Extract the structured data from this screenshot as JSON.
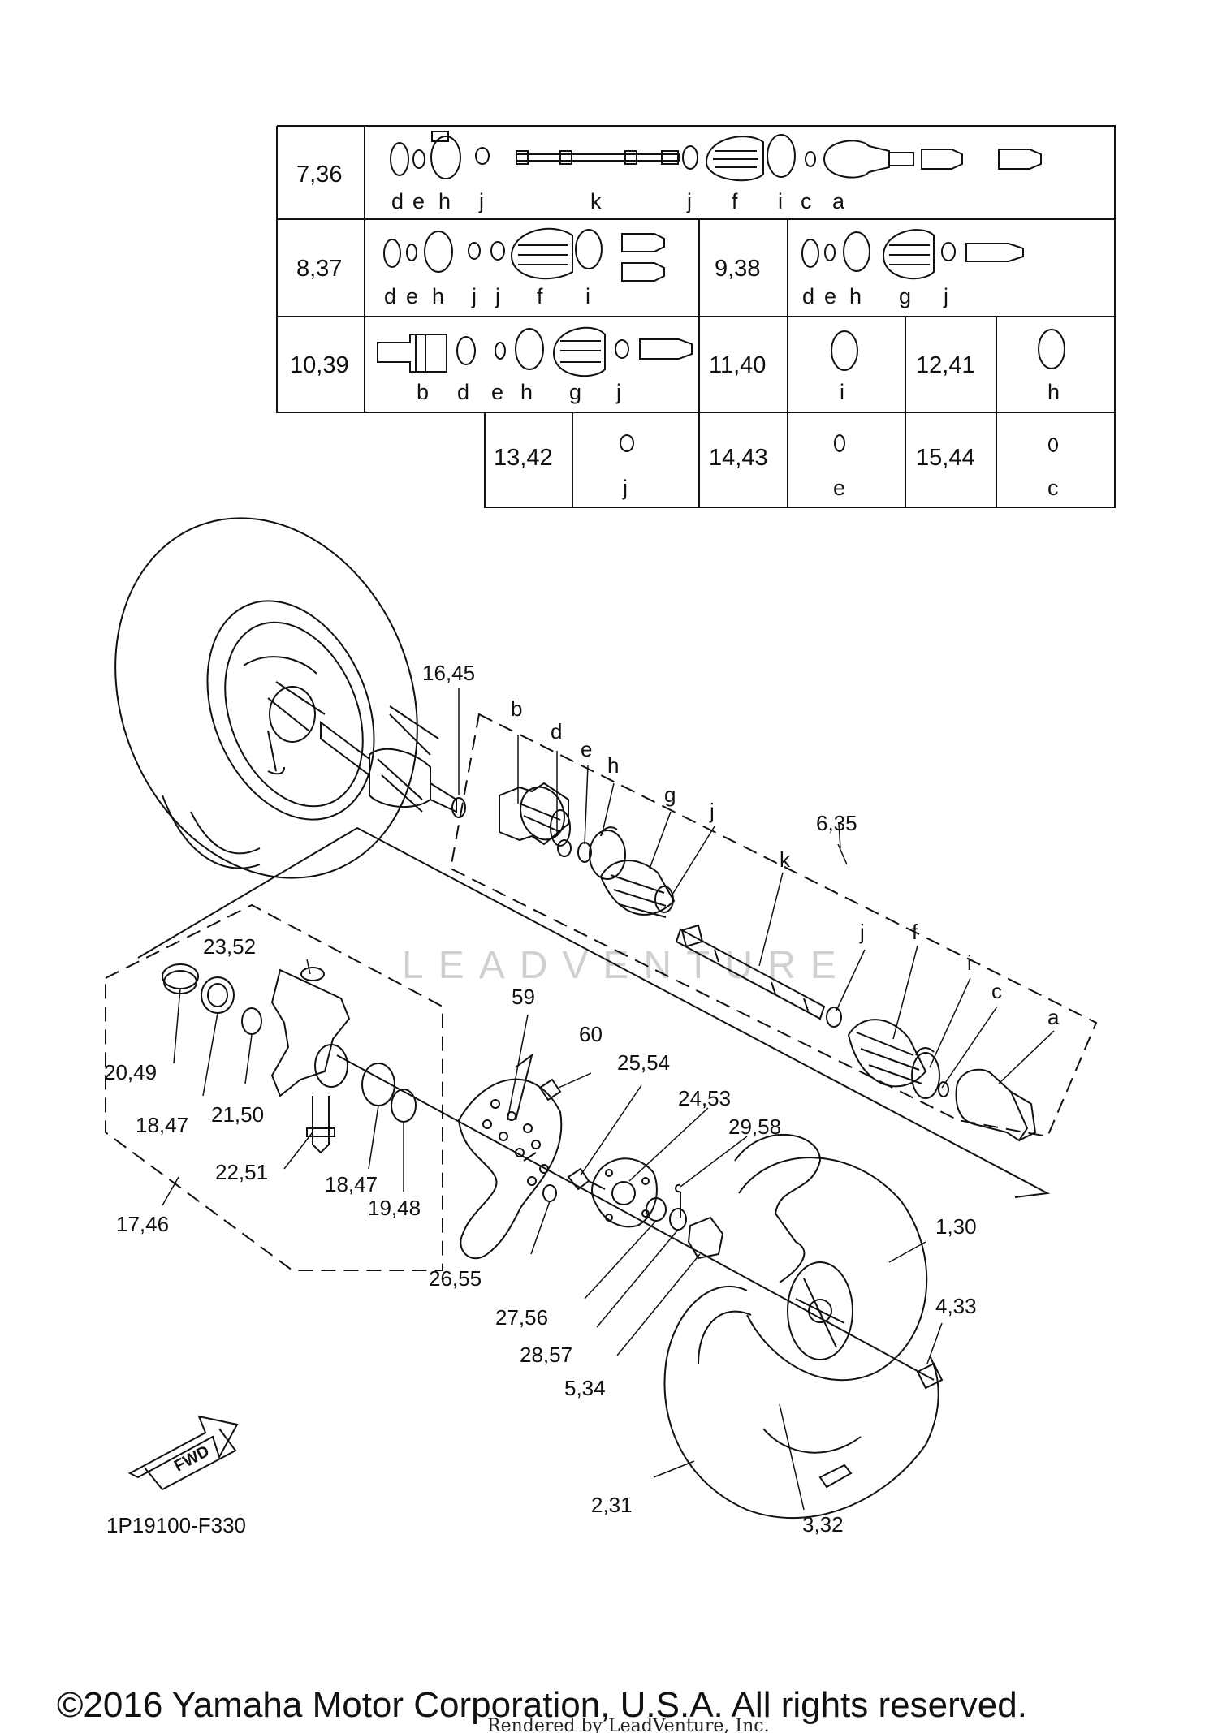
{
  "key_table": {
    "rows": [
      {
        "cell": "7,36",
        "letters": [
          "d",
          "e",
          "h",
          "j",
          "k",
          "j",
          "f",
          "i",
          "c",
          "a"
        ]
      },
      {
        "cell": "8,37",
        "letters": [
          "d",
          "e",
          "h",
          "j",
          "j",
          "f",
          "i"
        ]
      },
      {
        "cell": "9,38",
        "letters": [
          "d",
          "e",
          "h",
          "g",
          "j"
        ]
      },
      {
        "cell": "10,39",
        "letters": [
          "b",
          "d",
          "e",
          "h",
          "g",
          "j"
        ]
      },
      {
        "cell": "11,40",
        "letters": [
          "i"
        ]
      },
      {
        "cell": "12,41",
        "letters": [
          "h"
        ]
      },
      {
        "cell": "13,42",
        "letters": [
          "j"
        ]
      },
      {
        "cell": "14,43",
        "letters": [
          "e"
        ]
      },
      {
        "cell": "15,44",
        "letters": [
          "c"
        ]
      }
    ]
  },
  "callouts": {
    "p16_45": "16,45",
    "p6_35": "6,35",
    "b": "b",
    "d": "d",
    "e": "e",
    "h": "h",
    "g": "g",
    "j1": "j",
    "k": "k",
    "j2": "j",
    "f": "f",
    "i": "i",
    "c": "c",
    "a": "a",
    "p23_52": "23,52",
    "p20_49": "20,49",
    "p18_47a": "18,47",
    "p21_50": "21,50",
    "p22_51": "22,51",
    "p18_47b": "18,47",
    "p19_48": "19,48",
    "p17_46": "17,46",
    "p59": "59",
    "p60": "60",
    "p25_54": "25,54",
    "p24_53": "24,53",
    "p29_58": "29,58",
    "p26_55": "26,55",
    "p27_56": "27,56",
    "p28_57": "28,57",
    "p5_34": "5,34",
    "p1_30": "1,30",
    "p4_33": "4,33",
    "p2_31": "2,31",
    "p3_32": "3,32"
  },
  "fwd_label": "FWD",
  "diagram_code": "1P19100-F330",
  "watermark": "LEADVENTURE",
  "footer": {
    "copyright": "©2016 Yamaha Motor Corporation, U.S.A. All rights reserved.",
    "rendered_by": "Rendered by LeadVenture, Inc."
  }
}
